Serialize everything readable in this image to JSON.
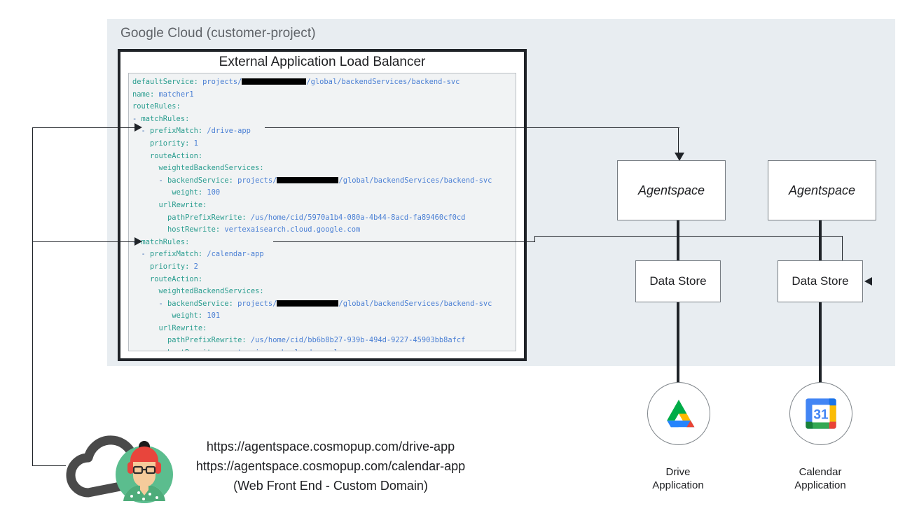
{
  "panel": {
    "title": "Google Cloud (customer-project)",
    "bg": "#e8edf1"
  },
  "load_balancer": {
    "title": "External Application Load Balancer",
    "yaml_lines": [
      [
        {
          "t": "defaultService:",
          "c": "k"
        },
        {
          "t": " projects/",
          "c": "v"
        },
        {
          "t": "REDACT:92",
          "c": "redact"
        },
        {
          "t": "/global/backendServices/backend-svc",
          "c": "v"
        }
      ],
      [
        {
          "t": "name:",
          "c": "k"
        },
        {
          "t": " matcher1",
          "c": "v"
        }
      ],
      [
        {
          "t": "routeRules:",
          "c": "k"
        }
      ],
      [
        {
          "t": "- ",
          "c": "p"
        },
        {
          "t": "matchRules:",
          "c": "k"
        }
      ],
      [
        {
          "t": "  - ",
          "c": "p"
        },
        {
          "t": "prefixMatch:",
          "c": "k"
        },
        {
          "t": " /drive-app",
          "c": "v"
        }
      ],
      [
        {
          "t": "    ",
          "c": "p"
        },
        {
          "t": "priority:",
          "c": "k"
        },
        {
          "t": " 1",
          "c": "v"
        }
      ],
      [
        {
          "t": "    ",
          "c": "p"
        },
        {
          "t": "routeAction:",
          "c": "k"
        }
      ],
      [
        {
          "t": "      ",
          "c": "p"
        },
        {
          "t": "weightedBackendServices:",
          "c": "k"
        }
      ],
      [
        {
          "t": "      - ",
          "c": "p"
        },
        {
          "t": "backendService:",
          "c": "k"
        },
        {
          "t": " projects/",
          "c": "v"
        },
        {
          "t": "REDACT:88",
          "c": "redact"
        },
        {
          "t": "/global/backendServices/backend-svc",
          "c": "v"
        }
      ],
      [
        {
          "t": "         ",
          "c": "p"
        },
        {
          "t": "weight:",
          "c": "k"
        },
        {
          "t": " 100",
          "c": "v"
        }
      ],
      [
        {
          "t": "      ",
          "c": "p"
        },
        {
          "t": "urlRewrite:",
          "c": "k"
        }
      ],
      [
        {
          "t": "        ",
          "c": "p"
        },
        {
          "t": "pathPrefixRewrite:",
          "c": "k"
        },
        {
          "t": " /us/home/cid/5970a1b4-080a-4b44-8acd-fa89460cf0cd",
          "c": "v"
        }
      ],
      [
        {
          "t": "        ",
          "c": "p"
        },
        {
          "t": "hostRewrite:",
          "c": "k"
        },
        {
          "t": " vertexaisearch.cloud.google.com",
          "c": "v"
        }
      ],
      [
        {
          "t": "- ",
          "c": "p"
        },
        {
          "t": "matchRules:",
          "c": "k"
        }
      ],
      [
        {
          "t": "  - ",
          "c": "p"
        },
        {
          "t": "prefixMatch:",
          "c": "k"
        },
        {
          "t": " /calendar-app",
          "c": "v"
        }
      ],
      [
        {
          "t": "    ",
          "c": "p"
        },
        {
          "t": "priority:",
          "c": "k"
        },
        {
          "t": " 2",
          "c": "v"
        }
      ],
      [
        {
          "t": "    ",
          "c": "p"
        },
        {
          "t": "routeAction:",
          "c": "k"
        }
      ],
      [
        {
          "t": "      ",
          "c": "p"
        },
        {
          "t": "weightedBackendServices:",
          "c": "k"
        }
      ],
      [
        {
          "t": "      - ",
          "c": "p"
        },
        {
          "t": "backendService:",
          "c": "k"
        },
        {
          "t": " projects/",
          "c": "v"
        },
        {
          "t": "REDACT:88",
          "c": "redact"
        },
        {
          "t": "/global/backendServices/backend-svc",
          "c": "v"
        }
      ],
      [
        {
          "t": "         ",
          "c": "p"
        },
        {
          "t": "weight:",
          "c": "k"
        },
        {
          "t": " 101",
          "c": "v"
        }
      ],
      [
        {
          "t": "      ",
          "c": "p"
        },
        {
          "t": "urlRewrite:",
          "c": "k"
        }
      ],
      [
        {
          "t": "        ",
          "c": "p"
        },
        {
          "t": "pathPrefixRewrite:",
          "c": "k"
        },
        {
          "t": " /us/home/cid/bb6b8b27-939b-494d-9227-45903bb8afcf",
          "c": "v"
        }
      ],
      [
        {
          "t": "        ",
          "c": "p"
        },
        {
          "t": "hostRewrite:",
          "c": "k"
        },
        {
          "t": " vertexaisearch.cloud.google.com",
          "c": "v"
        }
      ]
    ]
  },
  "nodes": {
    "agentspace_1": "Agentspace",
    "agentspace_2": "Agentspace",
    "datastore_1": "Data Store",
    "datastore_2": "Data Store"
  },
  "apps": {
    "drive": {
      "label": "Drive\nApplication",
      "icon": "google-drive-icon"
    },
    "calendar": {
      "label": "Calendar\nApplication",
      "icon": "google-calendar-icon",
      "day": "31"
    }
  },
  "frontend": {
    "url_drive": "https://agentspace.cosmopup.com/drive-app",
    "url_calendar": "https://agentspace.cosmopup.com/calendar-app",
    "caption": "(Web Front End - Custom Domain)",
    "icon": "cloud-user-icon"
  },
  "colors": {
    "panel_bg": "#e8edf1",
    "code_bg": "#f1f3f4",
    "yaml_key": "#2a9d8f",
    "yaml_value": "#4a7fd4",
    "line": "#1f2328",
    "drive_blue": "#2684fc",
    "drive_green": "#00ac47",
    "drive_yellow": "#ffba00",
    "drive_red": "#ea4335",
    "calendar_blue": "#4285f4",
    "avatar_green": "#5bbd8e"
  }
}
